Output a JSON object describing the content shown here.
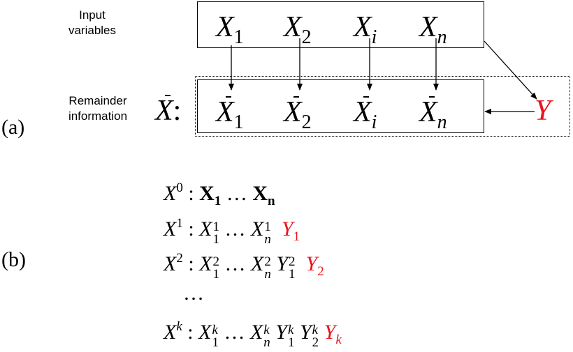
{
  "panel_a": {
    "label": "(a)",
    "input_label_line1": "Input",
    "input_label_line2": "variables",
    "remainder_label_line1": "Remainder",
    "remainder_label_line2": "information",
    "remainder_symbol": "X̄:",
    "input_vars": [
      {
        "base": "X",
        "sub": "1"
      },
      {
        "base": "X",
        "sub": "2"
      },
      {
        "base": "X",
        "sub": "i"
      },
      {
        "base": "X",
        "sub": "n"
      }
    ],
    "remainder_vars": [
      {
        "base": "X",
        "sub": "1"
      },
      {
        "base": "X",
        "sub": "2"
      },
      {
        "base": "X",
        "sub": "i"
      },
      {
        "base": "X",
        "sub": "n"
      }
    ],
    "target": "Y",
    "target_color": "#e8141b"
  },
  "panel_b": {
    "label": "(b)",
    "ellipsis": "…",
    "rows": [
      {
        "lhs": "X",
        "sup": "0",
        "colon": ":",
        "x1": "X",
        "x1sub": "1",
        "dots": "…",
        "xn": "X",
        "xnsub": "n"
      },
      {
        "lhs": "X",
        "sup": "1",
        "colon": ":",
        "x1": "X",
        "x1sup": "1",
        "x1sub": "1",
        "dots": "…",
        "xn": "X",
        "xnsup": "1",
        "xnsub": "n",
        "y_red": "Y",
        "y_red_sub": "1"
      },
      {
        "lhs": "X",
        "sup": "2",
        "colon": ":",
        "x1": "X",
        "x1sup": "2",
        "x1sub": "1",
        "dots": "…",
        "xn": "X",
        "xnsup": "2",
        "xnsub": "n",
        "y1": "Y",
        "y1sup": "2",
        "y1sub": "1",
        "y_red": "Y",
        "y_red_sub": "2"
      },
      {
        "lhs": "X",
        "sup": "k",
        "colon": ":",
        "x1": "X",
        "x1sup": "k",
        "x1sub": "1",
        "dots": "…",
        "xn": "X",
        "xnsup": "k",
        "xnsub": "n",
        "y1": "Y",
        "y1sup": "k",
        "y1sub": "1",
        "y2": "Y",
        "y2sup": "k",
        "y2sub": "2",
        "y_red": "Y",
        "y_red_sub": "k"
      }
    ]
  }
}
